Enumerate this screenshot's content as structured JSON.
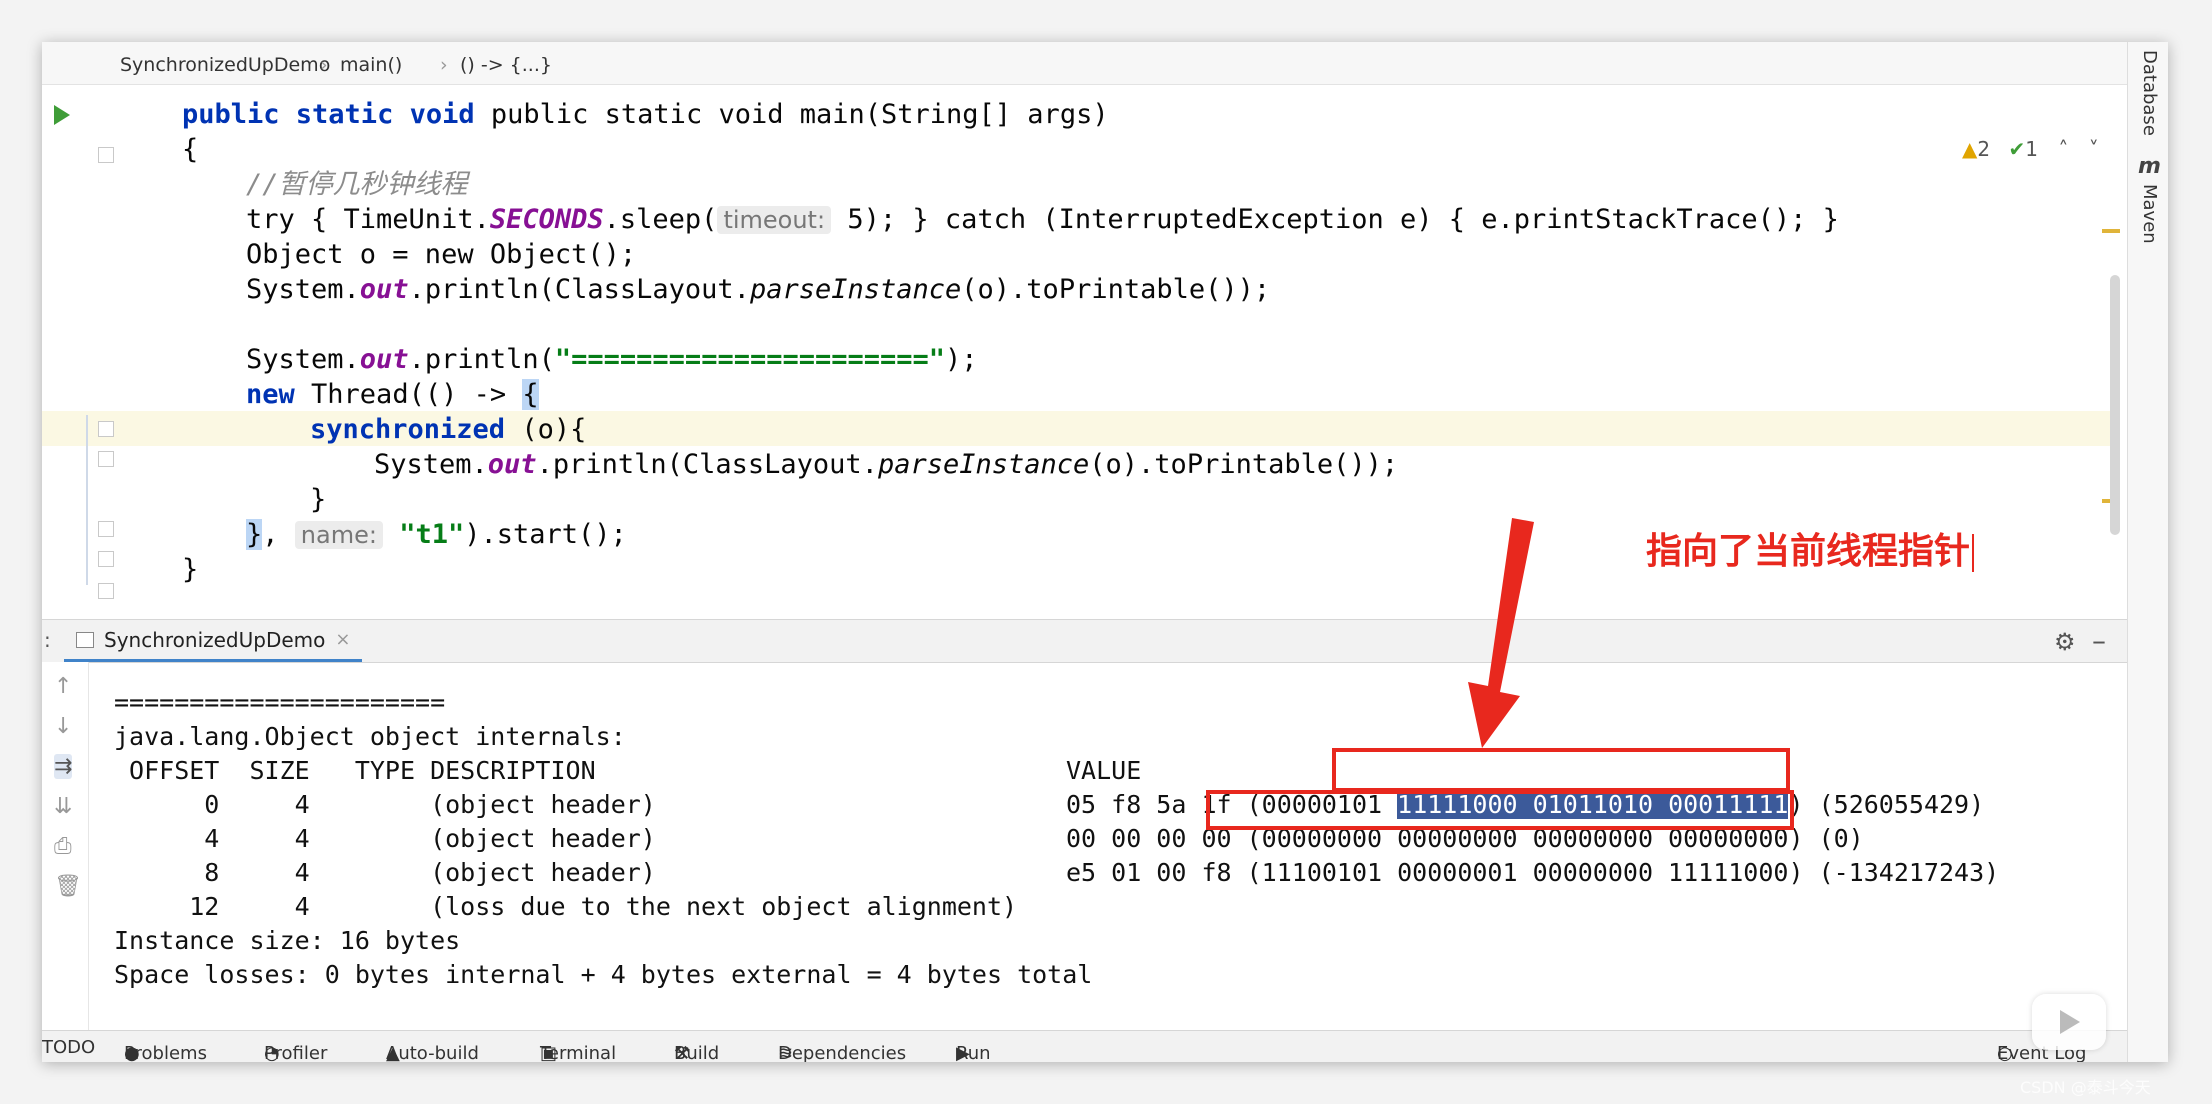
{
  "breadcrumb": {
    "file": "SynchronizedUpDemo",
    "method": "main()",
    "lambda": "() -> {...}"
  },
  "editor": {
    "lines": {
      "l1": "public static void main(String[] args)",
      "l2": "{",
      "l3": "//暂停几秒钟线程",
      "l4_try": "try { TimeUnit.",
      "l4_seconds": "SECONDS",
      "l4_sleep": ".sleep(",
      "l4_hint": "timeout:",
      "l4_rest": "5); } catch (InterruptedException e) { e.printStackTrace(); }",
      "l5": "Object o = new Object();",
      "l6_a": "System.",
      "l6_out": "out",
      "l6_b": ".println(ClassLayout.",
      "l6_parse": "parseInstance",
      "l6_c": "(o).toPrintable());",
      "l8_a": "System.",
      "l8_out": "out",
      "l8_b": ".println(",
      "l8_str": "\"======================\"",
      "l8_c": ");",
      "l9_a": "new",
      "l9_b": " Thread(() -> ",
      "l9_brace": "{",
      "l10_kw": "synchronized",
      "l10_rest": " (o){",
      "l11_a": "System.",
      "l11_out": "out",
      "l11_b": ".println(ClassLayout.",
      "l11_parse": "parseInstance",
      "l11_c": "(o).toPrintable());",
      "l12": "}",
      "l13_brace": "}",
      "l13_comma": ", ",
      "l13_hint": "name:",
      "l13_str": "\"t1\"",
      "l13_rest": ").start();",
      "l14": "}"
    },
    "inspections": {
      "warnings": "2",
      "weak_warnings": "1"
    }
  },
  "right_strip": {
    "database": "Database",
    "maven_icon": "m",
    "maven": "Maven"
  },
  "run_tab": {
    "label": "SynchronizedUpDemo",
    "prefix": ":"
  },
  "console": {
    "lines": {
      "c1": "======================",
      "c2": "java.lang.Object object internals:",
      "c3_left": " OFFSET  SIZE   TYPE DESCRIPTION",
      "c3_value": "VALUE",
      "r1_left": "      0     4        (object header)",
      "r1_hex": "05 f8 5a 1f (00000101 ",
      "r1_sel": "11111000 01011010 00011111",
      "r1_tail": ") (526055429)",
      "r2_left": "      4     4        (object header)",
      "r2_hex": "00 00 00 00 (00000000 00000000 00000000 00000000) (0)",
      "r3_left": "      8     4        (object header)",
      "r3_hex": "e5 01 00 f8 (11100101 00000001 00000000 11111000) (-134217243)",
      "r4_left": "     12     4        (loss due to the next object alignment)",
      "c8": "Instance size: 16 bytes",
      "c9": "Space losses: 0 bytes internal + 4 bytes external = 4 bytes total"
    }
  },
  "annotation": {
    "text": "指向了当前线程指针",
    "color": "#e8281e"
  },
  "statusbar": {
    "todo": "TODO",
    "problems": "Problems",
    "profiler": "Profiler",
    "autobuild": "Auto-build",
    "terminal": "Terminal",
    "build": "Build",
    "dependencies": "Dependencies",
    "run": "Run",
    "event_log": "Event Log"
  },
  "watermark": "CSDN @泰斗今天"
}
